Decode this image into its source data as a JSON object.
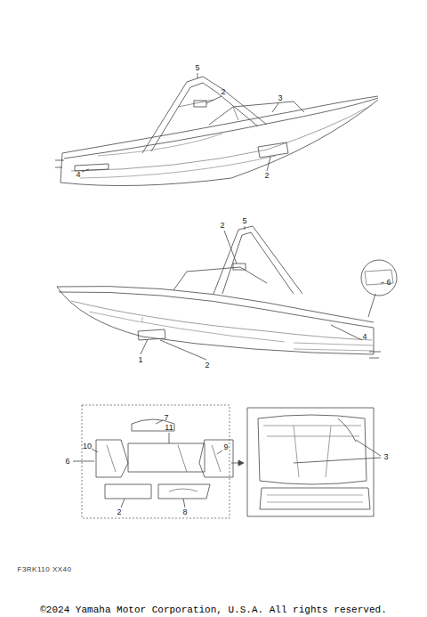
{
  "diagram": {
    "labels": [
      "5",
      "2",
      "3",
      "4",
      "2",
      "2",
      "5",
      "6",
      "1",
      "2",
      "4",
      "7",
      "11",
      "10",
      "9",
      "6",
      "3",
      "2",
      "8",
      "F3RK110 XX40",
      "©2024 Yamaha Motor Corporation, U.S.A. All rights reserved."
    ]
  }
}
